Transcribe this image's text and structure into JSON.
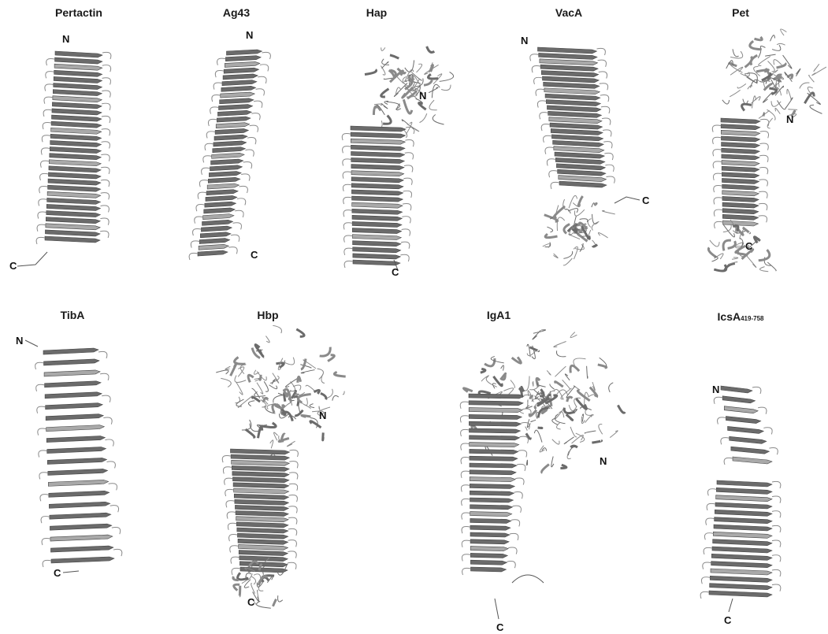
{
  "panels": [
    {
      "id": "pertactin",
      "title": "Pertactin",
      "n_label": "N",
      "c_label": "C"
    },
    {
      "id": "ag43",
      "title": "Ag43",
      "n_label": "N",
      "c_label": "C"
    },
    {
      "id": "hap",
      "title": "Hap",
      "n_label": "N",
      "c_label": "C"
    },
    {
      "id": "vaca",
      "title": "VacA",
      "n_label": "N",
      "c_label": "C"
    },
    {
      "id": "pet",
      "title": "Pet",
      "n_label": "N",
      "c_label": "C"
    },
    {
      "id": "tiba",
      "title": "TibA",
      "n_label": "N",
      "c_label": "C"
    },
    {
      "id": "hbp",
      "title": "Hbp",
      "n_label": "N",
      "c_label": "C"
    },
    {
      "id": "iga1",
      "title": "IgA1",
      "n_label": "N",
      "c_label": "C"
    },
    {
      "id": "icsa",
      "title": "IcsA",
      "title_subscript": "419-758",
      "n_label": "N",
      "c_label": "C"
    }
  ],
  "colors": {
    "strand": "#6b6b6b",
    "strand_light": "#a9a9a9",
    "loop": "#8a8a8a",
    "text": "#111111"
  }
}
